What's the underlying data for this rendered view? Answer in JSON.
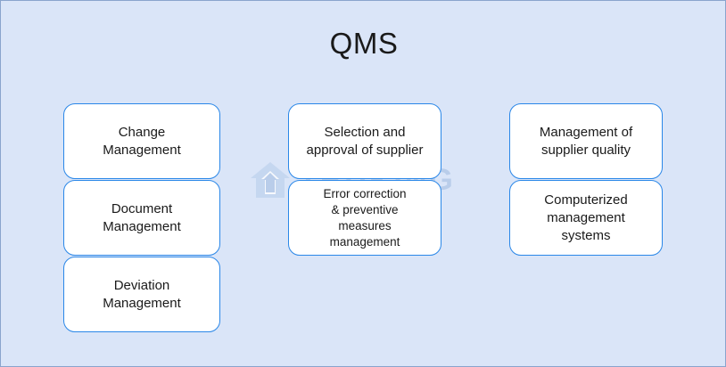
{
  "page": {
    "background_color": "#dae5f8",
    "border_color": "#8aa4cd",
    "title": "QMS"
  },
  "watermark": {
    "text": "TRUKING",
    "color": "#b9cdea",
    "logo_name": "truking-house-logo-icon"
  },
  "theme": {
    "node_border_color": "#2a87e8",
    "node_fill_color": "#ffffff",
    "text_color": "#1a1a1a"
  },
  "columns": [
    {
      "id": "column-1",
      "nodes": [
        {
          "label": "Change\nManagement",
          "size": "normal"
        },
        {
          "label": "Document\nManagement",
          "size": "normal"
        },
        {
          "label": "Deviation\nManagement",
          "size": "normal"
        }
      ]
    },
    {
      "id": "column-2",
      "nodes": [
        {
          "label": "Selection and\napproval of supplier",
          "size": "normal"
        },
        {
          "label": "Error correction\n& preventive\nmeasures\nmanagement",
          "size": "small"
        }
      ]
    },
    {
      "id": "column-3",
      "nodes": [
        {
          "label": "Management of\nsupplier quality",
          "size": "normal"
        },
        {
          "label": "Computerized\nmanagement\nsystems",
          "size": "normal"
        }
      ]
    }
  ]
}
